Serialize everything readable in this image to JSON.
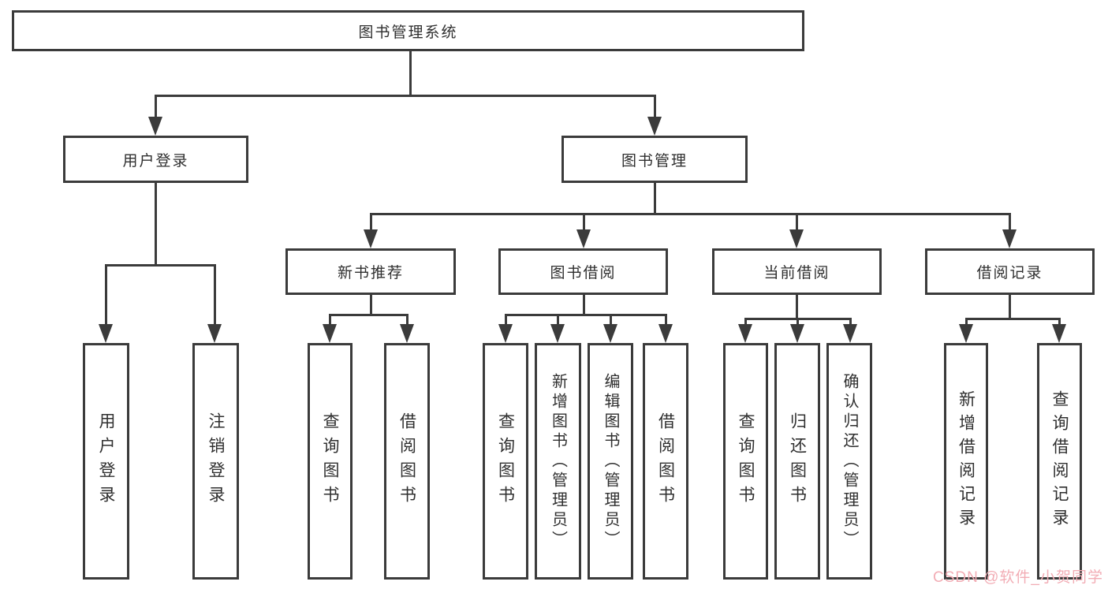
{
  "nodes": {
    "root": "图书管理系统",
    "user_login": "用户登录",
    "book_mgmt": "图书管理",
    "new_book_rec": "新书推荐",
    "book_borrow": "图书借阅",
    "current_borrow": "当前借阅",
    "borrow_records": "借阅记录",
    "leaf_user_login": "用户登录",
    "leaf_logout": "注销登录",
    "leaf_query_book_rec": "查询图书",
    "leaf_borrow_book_rec": "借阅图书",
    "leaf_query_book_borrow": "查询图书",
    "leaf_add_book": "新增图书（管理员）",
    "leaf_edit_book": "编辑图书（管理员）",
    "leaf_borrow_book_borrow": "借阅图书",
    "leaf_query_book_current": "查询图书",
    "leaf_return_book": "归还图书",
    "leaf_confirm_return": "确认归还（管理员）",
    "leaf_add_borrow_record": "新增借阅记录",
    "leaf_query_borrow_record": "查询借阅记录"
  },
  "watermark": {
    "text": "CSDN @软件_小贺同学",
    "color": "#f2adb5"
  },
  "colors": {
    "line": "#3b3b3b",
    "text": "#2f2f2f",
    "background": "#ffffff"
  }
}
